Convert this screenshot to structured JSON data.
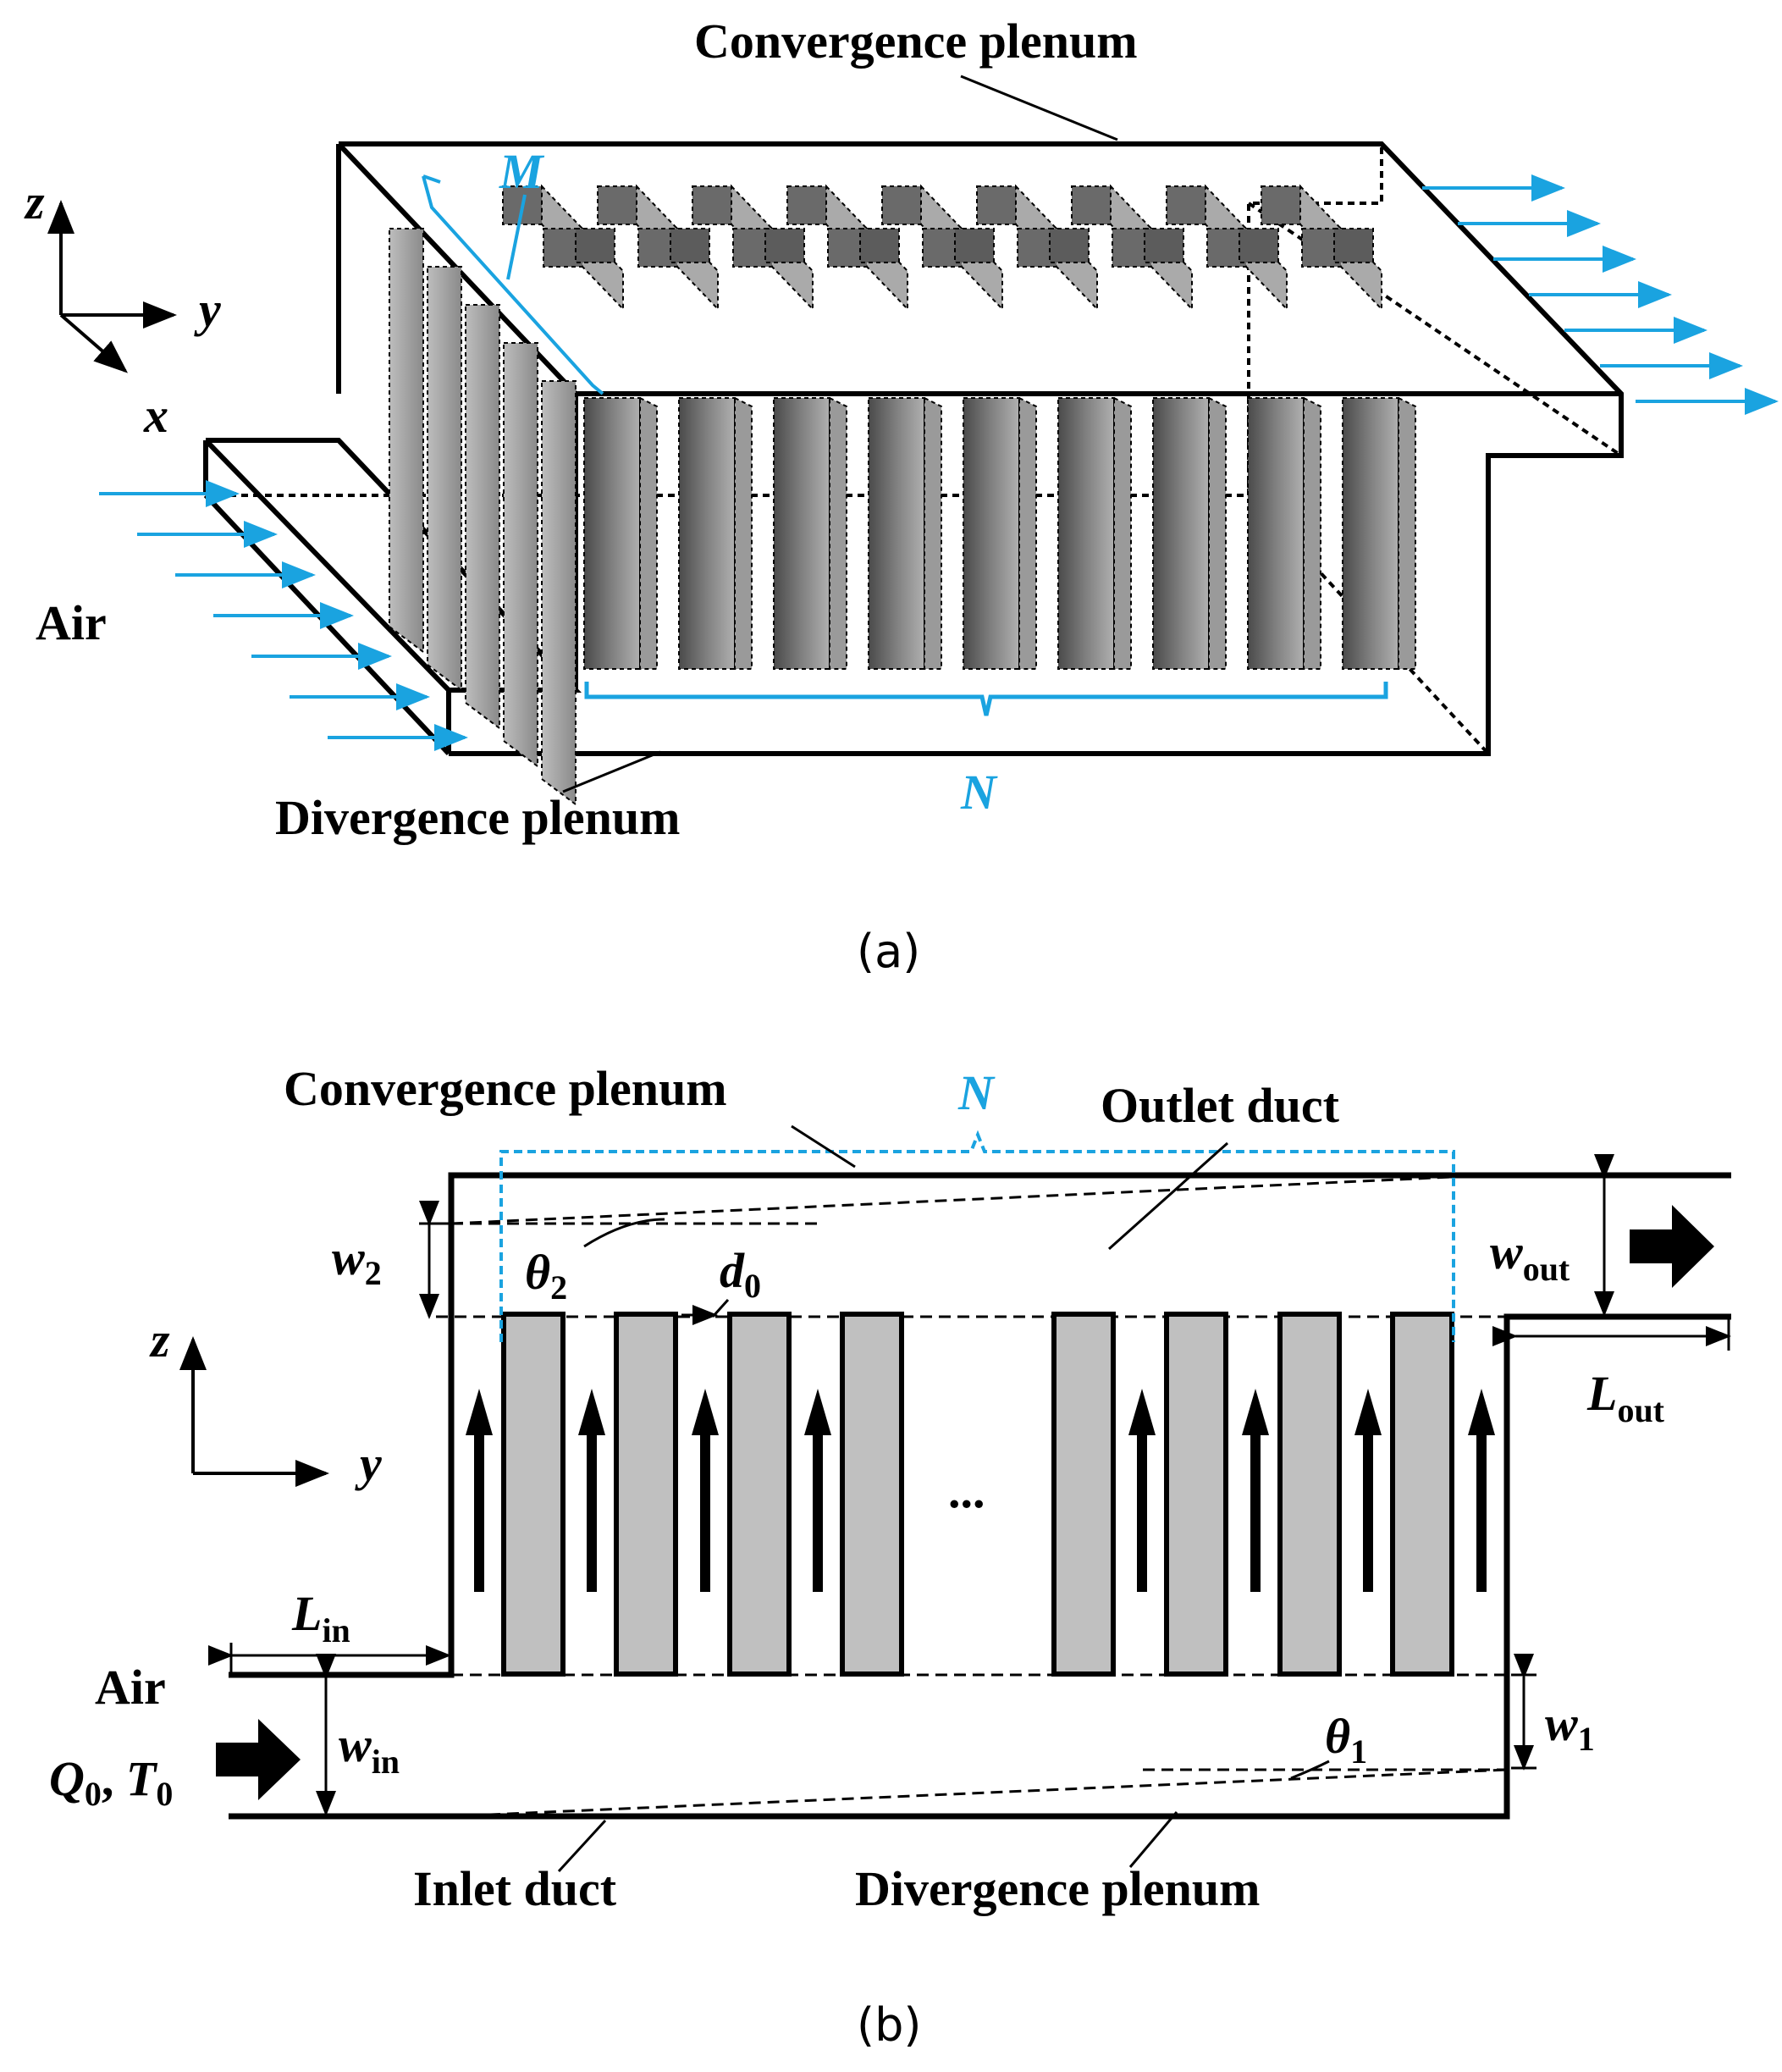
{
  "panel_a": {
    "title_top": "Convergence plenum",
    "title_bottom": "Divergence plenum",
    "air_label": "Air",
    "label_M": "M",
    "label_N": "N",
    "axis_z": "z",
    "axis_y": "y",
    "axis_x": "x",
    "caption": "(a)"
  },
  "panel_b": {
    "convergence_label": "Convergence plenum",
    "outlet_label": "Outlet duct",
    "label_N": "N",
    "w2": "w",
    "w2_sub": "2",
    "theta2": "θ",
    "theta2_sub": "2",
    "d0": "d",
    "d0_sub": "0",
    "wout": "w",
    "wout_sub": "out",
    "lout": "L",
    "lout_sub": "out",
    "axis_z": "z",
    "axis_y": "y",
    "ellipsis": "...",
    "lin": "L",
    "lin_sub": "in",
    "air_label": "Air",
    "q0": "Q",
    "q0_sub": "0",
    "comma": ", ",
    "t0": "T",
    "t0_sub": "0",
    "win": "w",
    "win_sub": "in",
    "theta1": "θ",
    "theta1_sub": "1",
    "w1": "w",
    "w1_sub": "1",
    "inlet_label": "Inlet duct",
    "divergence_label": "Divergence plenum",
    "caption": "(b)"
  },
  "colors": {
    "accent": "#1aa3e0",
    "block_fill": "#c0c0c0",
    "block_dark": "#5a5a5a",
    "outline": "#000000"
  }
}
